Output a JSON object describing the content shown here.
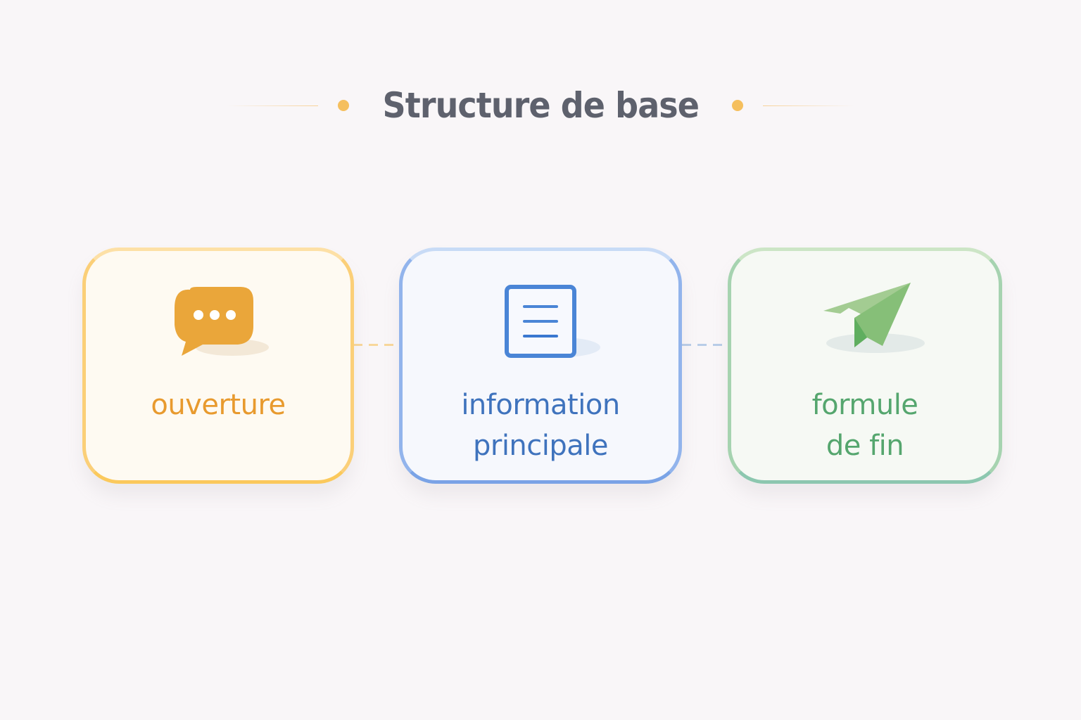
{
  "title": "Structure de base",
  "colors": {
    "accent_dot": "#f5bf5e",
    "title": "#5e616d",
    "ouverture": "#e89a2e",
    "information": "#3f73bd",
    "formule": "#55a66e"
  },
  "steps": [
    {
      "label": "ouverture",
      "icon": "speech-bubble-icon",
      "color": "#e89a2e"
    },
    {
      "label_line1": "information",
      "label_line2": "principale",
      "icon": "document-icon",
      "color": "#3f73bd"
    },
    {
      "label_line1": "formule",
      "label_line2": "de fin",
      "icon": "paper-plane-icon",
      "color": "#55a66e"
    }
  ]
}
